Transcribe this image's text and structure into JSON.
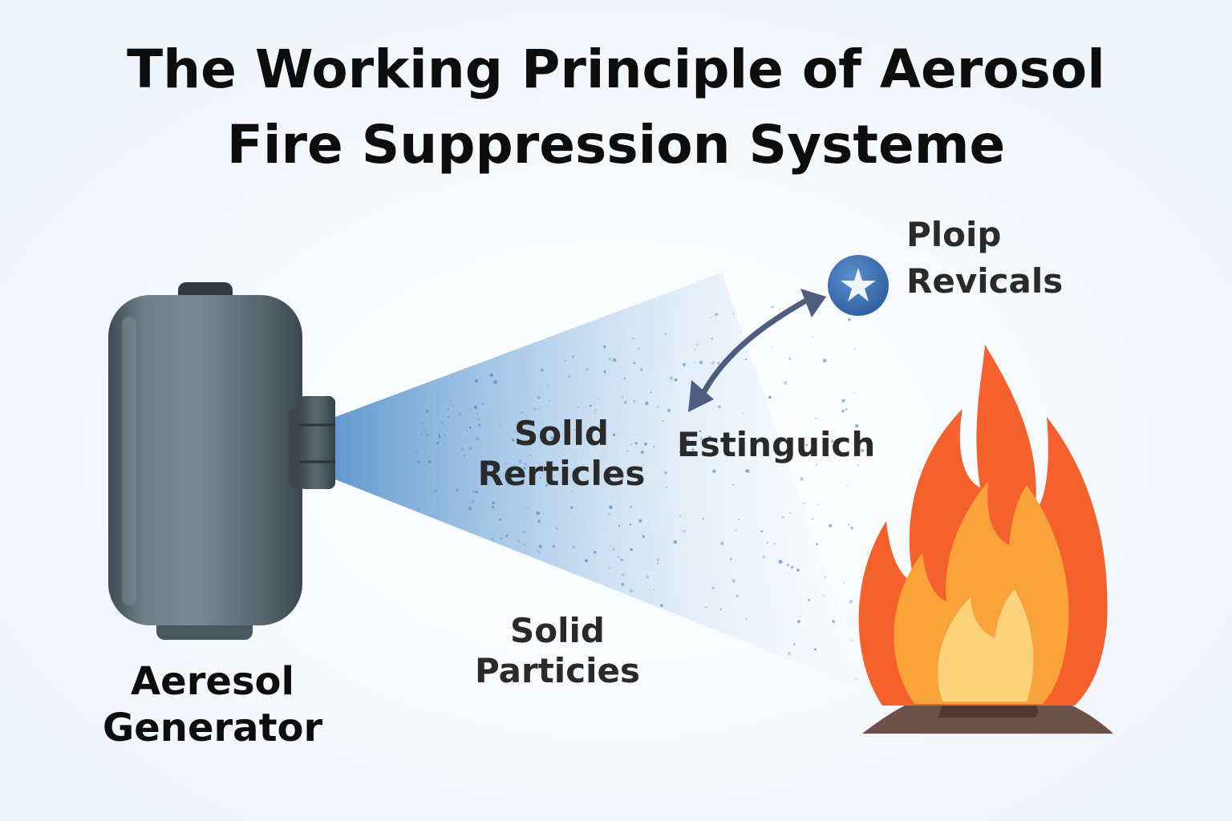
{
  "title": {
    "line1": "The Working Principle of Aerosol",
    "line2": "Fire Suppression Systeme"
  },
  "labels": {
    "generator": {
      "line1": "Aeresol",
      "line2": "Generator"
    },
    "solid_upper": {
      "line1": "Solld",
      "line2": "Rerticles"
    },
    "solid_lower": {
      "line1": "Solid",
      "line2": "Particies"
    },
    "extinguish": "Estinguich",
    "ploip": {
      "line1": "Ploip",
      "line2": "Revicals"
    }
  },
  "icons": [
    "aerosol-generator-icon",
    "aerosol-spray-cone",
    "radical-star-icon",
    "curved-arrow-icon",
    "fire-icon"
  ],
  "colors": {
    "generator": "#5f6f78",
    "spray": "#6fa3d3",
    "arrow": "#4f5d7f",
    "radical_circle": "#3a6fb0",
    "flame_outer": "#f4612d",
    "flame_mid": "#f8a23a",
    "flame_inner": "#fcd27a",
    "ground": "#6b5148"
  }
}
